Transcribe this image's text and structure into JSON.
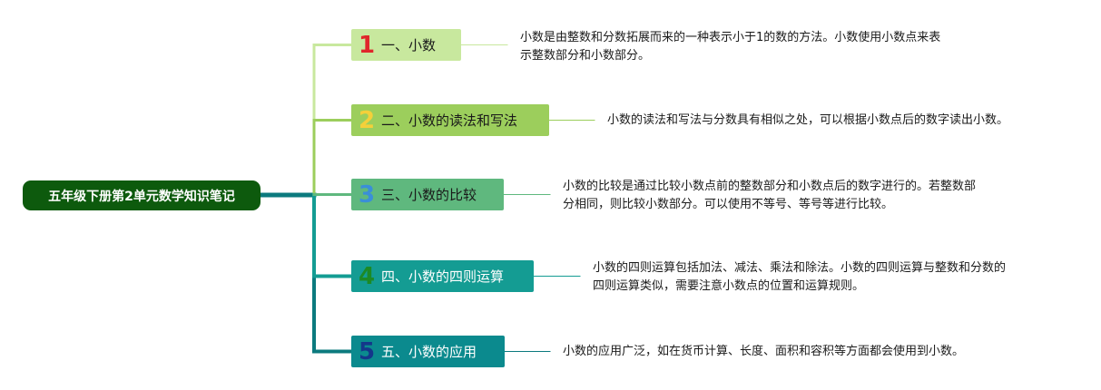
{
  "root": {
    "label": "五年级下册第2单元数学知识笔记"
  },
  "branches": [
    {
      "number": "1",
      "label": "一、小数",
      "color": "#c8e89e",
      "num_color": "#e0262b",
      "line_color": "#c8e89e",
      "desc_lines": [
        "小数是由整数和分数拓展而来的一种表示小于1的数的方法。小数使用小数点来表",
        "示整数部分和小数部分。"
      ]
    },
    {
      "number": "2",
      "label": "二、小数的读法和写法",
      "color": "#9cce5c",
      "num_color": "#f4d03a",
      "line_color": "#9cce5c",
      "desc_lines": [
        "小数的读法和写法与分数具有相似之处，可以根据小数点后的数字读出小数。"
      ]
    },
    {
      "number": "3",
      "label": "三、小数的比较",
      "color": "#5fb87e",
      "num_color": "#3a8fd8",
      "line_color": "#5fb87e",
      "desc_lines": [
        "小数的比较是通过比较小数点前的整数部分和小数点后的数字进行的。若整数部",
        "分相同，则比较小数部分。可以使用不等号、等号等进行比较。"
      ]
    },
    {
      "number": "4",
      "label": "四、小数的四则运算",
      "color": "#149c93",
      "num_color": "#1c8a25",
      "line_color": "#149c93",
      "desc_lines": [
        "小数的四则运算包括加法、减法、乘法和除法。小数的四则运算与整数和分数的",
        "四则运算类似，需要注意小数点的位置和运算规则。"
      ]
    },
    {
      "number": "5",
      "label": "五、小数的应用",
      "color": "#0b8a8e",
      "num_color": "#14378a",
      "line_color": "#0b7a7e",
      "desc_lines": [
        "小数的应用广泛，如在货币计算、长度、面积和容积等方面都会使用到小数。"
      ]
    }
  ],
  "colors": {
    "root_bg": "#0d5a0d",
    "root_line": "#0b7a7e"
  }
}
